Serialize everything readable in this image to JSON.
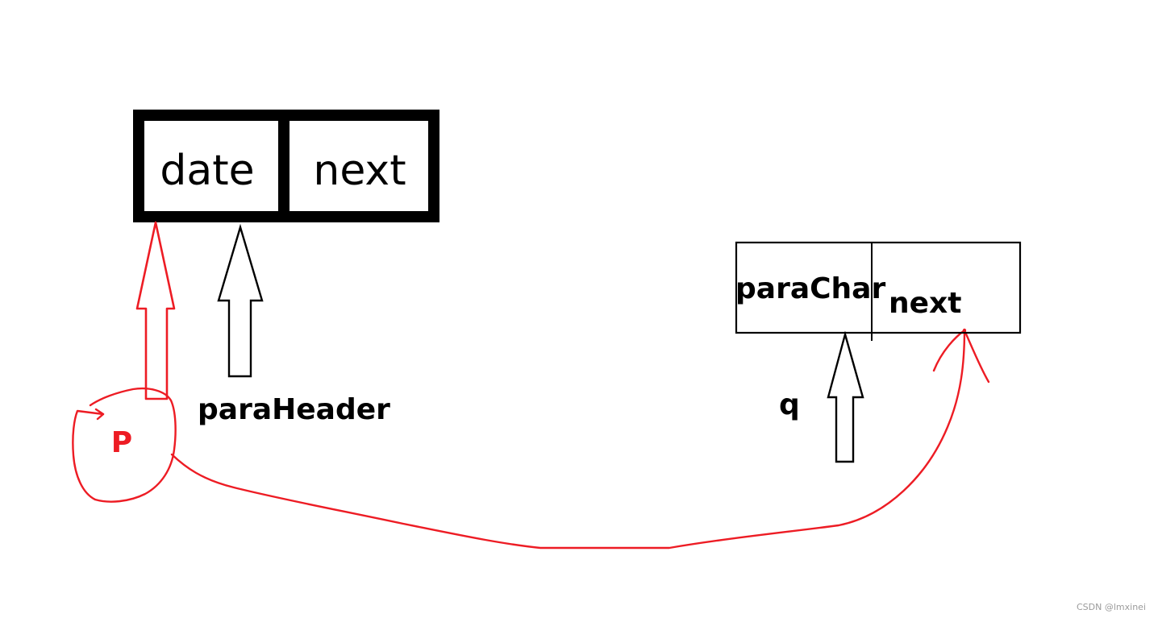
{
  "colors": {
    "background": "#ffffff",
    "ink": "#000000",
    "annotation": "#ed1c24",
    "watermark": "#9b9b9b"
  },
  "header_node": {
    "fields": [
      "date",
      "next"
    ]
  },
  "header_pointer": {
    "label": "paraHeader"
  },
  "p_pointer": {
    "label": "P"
  },
  "char_node": {
    "fields": [
      "paraChar",
      "next"
    ]
  },
  "q_pointer": {
    "label": "q"
  },
  "watermark": "CSDN @lmxinei"
}
